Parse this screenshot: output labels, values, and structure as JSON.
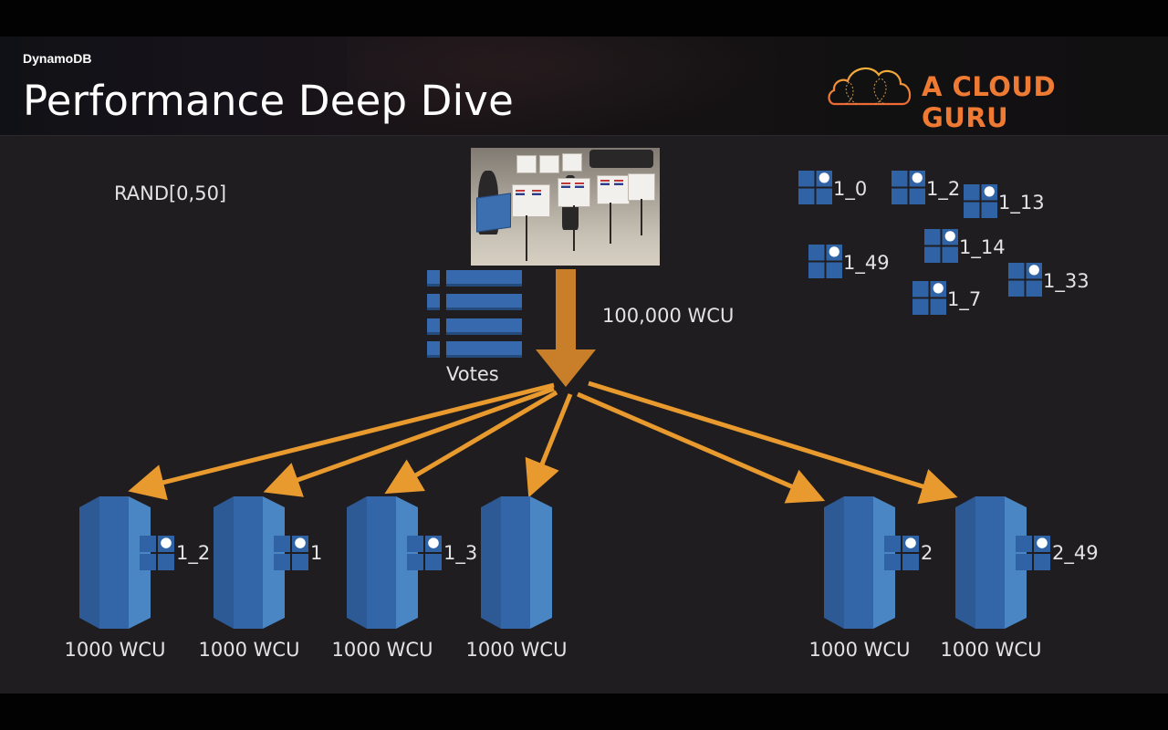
{
  "header": {
    "kicker": "DynamoDB",
    "title": "Performance Deep Dive",
    "logo_text": "A CLOUD GURU",
    "logo_color": "#ef7a33"
  },
  "diagram": {
    "random_label": "RAND[0,50]",
    "table_label": "Votes",
    "throughput_label": "100,000 WCU",
    "photo_description": "voting-booths-photo",
    "arrow_color": "#e89a2e",
    "main_arrow_color": "#c97f2a",
    "shard_color": "#2f63a6",
    "floating_keys": [
      {
        "label": "1_0"
      },
      {
        "label": "1_2"
      },
      {
        "label": "1_13"
      },
      {
        "label": "1_49"
      },
      {
        "label": "1_14"
      },
      {
        "label": "1_33"
      },
      {
        "label": "1_7"
      }
    ],
    "partitions": [
      {
        "capacity": "1000 WCU",
        "key": "1_2"
      },
      {
        "capacity": "1000 WCU",
        "key": "1"
      },
      {
        "capacity": "1000 WCU",
        "key": "1_3"
      },
      {
        "capacity": "1000 WCU",
        "key": ""
      },
      {
        "capacity": "1000 WCU",
        "key": "2"
      },
      {
        "capacity": "1000 WCU",
        "key": "2_49"
      }
    ]
  }
}
